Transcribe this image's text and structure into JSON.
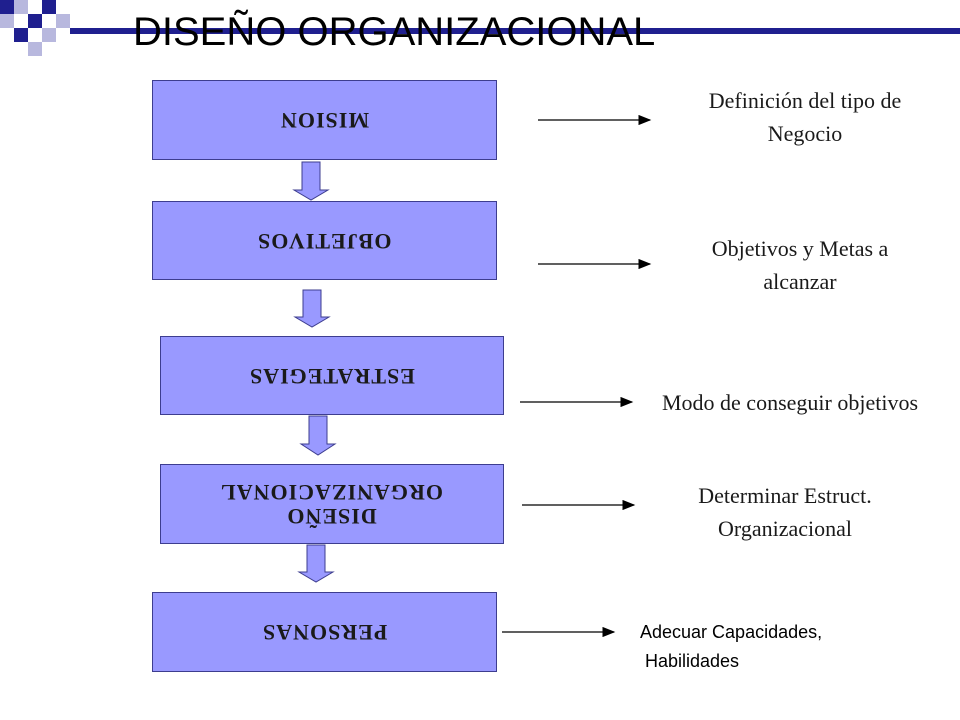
{
  "title": "DISEÑO ORGANIZACIONAL",
  "steps": [
    {
      "label": "MISION",
      "description": "Definición del tipo de\nNegocio"
    },
    {
      "label": "OBJETIVOS",
      "description": "Objetivos y Metas a\nalcanzar"
    },
    {
      "label": "ESTRATEGIAS",
      "description": "Modo de conseguir objetivos"
    },
    {
      "label": "DISEÑO\nORGANIZACIONAL",
      "description": "Determinar Estruct.\nOrganizacional"
    },
    {
      "label": "PERSONAS",
      "description": "Adecuar Capacidades,\n Habilidades"
    }
  ],
  "colors": {
    "box_fill": "#9999ff",
    "down_arrow_fill": "#9999ff",
    "deco_dark": "#1f1f8f",
    "deco_light": "#a3a3d6"
  }
}
